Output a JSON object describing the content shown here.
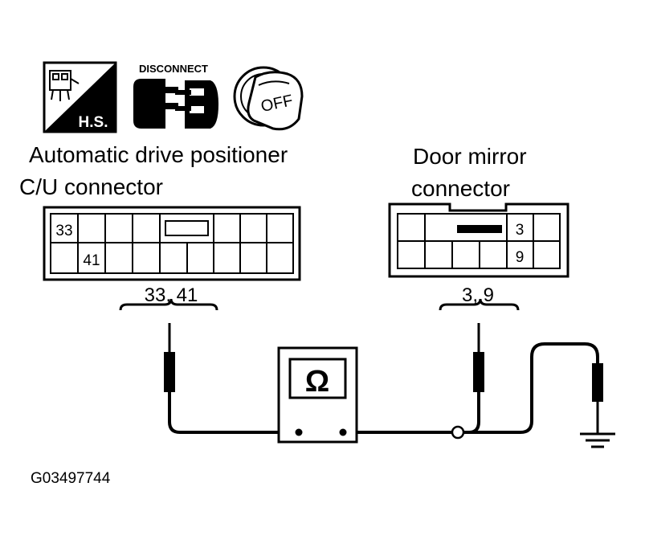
{
  "icons": {
    "hs_label": "H.S.",
    "disconnect_label": "DISCONNECT",
    "ignition_label": "OFF"
  },
  "cu_connector": {
    "title_line1": "Automatic drive positioner",
    "title_line2": "C/U connector",
    "pin_top": "33",
    "pin_bottom": "41",
    "probe_label": "33, 41"
  },
  "mirror_connector": {
    "title_line1": "Door mirror",
    "title_line2": "connector",
    "pin_top": "3",
    "pin_bottom": "9",
    "probe_label": "3, 9"
  },
  "meter": {
    "symbol": "Ω"
  },
  "figure_id": "G03497744"
}
